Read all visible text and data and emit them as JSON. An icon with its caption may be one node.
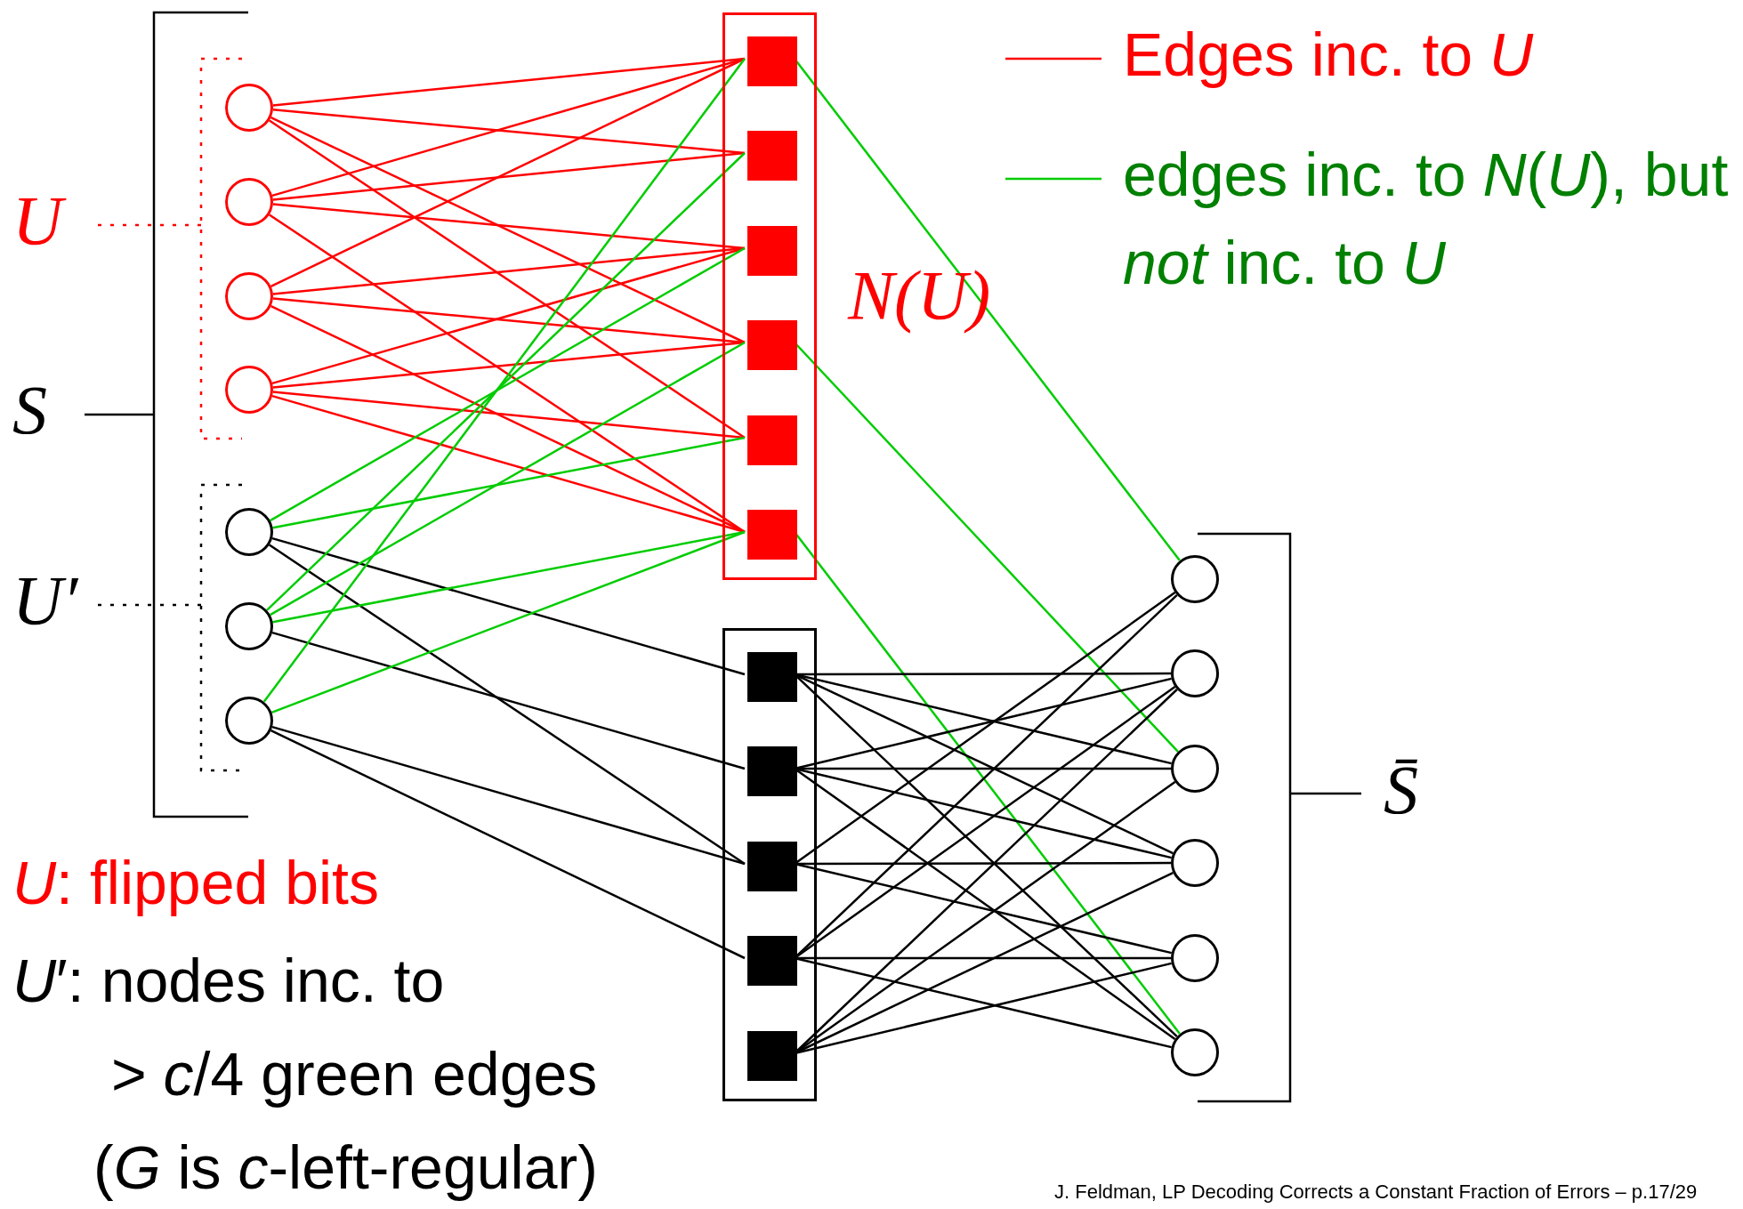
{
  "diagram": {
    "nodes": [
      {
        "text": [],
        "shape": "circle"
      },
      {
        "text": [],
        "shape": "circle"
      },
      {
        "text": [],
        "shape": "circle"
      },
      {
        "text": [],
        "shape": "circle"
      },
      {
        "text": [],
        "shape": "circle"
      },
      {
        "text": [],
        "shape": "circle"
      },
      {
        "text": [],
        "shape": "circle"
      },
      {
        "text": [],
        "shape": "box",
        "beside": [
          "N(U)"
        ]
      },
      {
        "text": [],
        "shape": "box",
        "in": 7
      },
      {
        "text": [],
        "shape": "box",
        "in": 7
      },
      {
        "text": [],
        "shape": "box",
        "in": 7
      },
      {
        "text": [],
        "shape": "box",
        "in": 7
      },
      {
        "text": [],
        "shape": "box",
        "in": 7
      },
      {
        "text": [],
        "shape": "box",
        "in": 7
      },
      {
        "text": [],
        "shape": "box"
      },
      {
        "text": [],
        "shape": "box",
        "in": 14
      },
      {
        "text": [],
        "shape": "box",
        "in": 14
      },
      {
        "text": [],
        "shape": "box",
        "in": 14
      },
      {
        "text": [],
        "shape": "box",
        "in": 14
      },
      {
        "text": [],
        "shape": "box",
        "in": 14
      },
      {
        "text": [],
        "shape": "circle"
      },
      {
        "text": [],
        "shape": "circle"
      },
      {
        "text": [],
        "shape": "circle"
      },
      {
        "text": [],
        "shape": "circle"
      },
      {
        "text": [],
        "shape": "circle"
      },
      {
        "text": [],
        "shape": "circle"
      }
    ],
    "edges": [
      {
        "from": 0,
        "to": 8,
        "arrow": "none",
        "color": "#ff0000"
      },
      {
        "from": 0,
        "to": 9,
        "arrow": "none",
        "color": "#ff0000"
      },
      {
        "from": 0,
        "to": 11,
        "arrow": "none",
        "color": "#ff0000"
      },
      {
        "from": 0,
        "to": 12,
        "arrow": "none",
        "color": "#ff0000"
      },
      {
        "from": 1,
        "to": 8,
        "arrow": "none",
        "color": "#ff0000"
      },
      {
        "from": 1,
        "to": 9,
        "arrow": "none",
        "color": "#ff0000"
      },
      {
        "from": 1,
        "to": 10,
        "arrow": "none",
        "color": "#ff0000"
      },
      {
        "from": 1,
        "to": 13,
        "arrow": "none",
        "color": "#ff0000"
      },
      {
        "from": 2,
        "to": 8,
        "arrow": "none",
        "color": "#ff0000"
      },
      {
        "from": 2,
        "to": 10,
        "arrow": "none",
        "color": "#ff0000"
      },
      {
        "from": 2,
        "to": 11,
        "arrow": "none",
        "color": "#ff0000"
      },
      {
        "from": 2,
        "to": 13,
        "arrow": "none",
        "color": "#ff0000"
      },
      {
        "from": 3,
        "to": 10,
        "arrow": "none",
        "color": "#ff0000"
      },
      {
        "from": 3,
        "to": 11,
        "arrow": "none",
        "color": "#ff0000"
      },
      {
        "from": 3,
        "to": 12,
        "arrow": "none",
        "color": "#ff0000"
      },
      {
        "from": 3,
        "to": 13,
        "arrow": "none",
        "color": "#ff0000"
      },
      {
        "from": 4,
        "to": 10,
        "arrow": "none",
        "color": "#00cc00"
      },
      {
        "from": 4,
        "to": 12,
        "arrow": "none",
        "color": "#00cc00"
      },
      {
        "from": 4,
        "to": 15,
        "arrow": "none"
      },
      {
        "from": 4,
        "to": 17,
        "arrow": "none"
      },
      {
        "from": 5,
        "to": 9,
        "arrow": "none",
        "color": "#00cc00"
      },
      {
        "from": 5,
        "to": 11,
        "arrow": "none",
        "color": "#00cc00"
      },
      {
        "from": 5,
        "to": 13,
        "arrow": "none",
        "color": "#00cc00"
      },
      {
        "from": 5,
        "to": 16,
        "arrow": "none"
      },
      {
        "from": 6,
        "to": 8,
        "arrow": "none",
        "color": "#00cc00"
      },
      {
        "from": 6,
        "to": 13,
        "arrow": "none",
        "color": "#00cc00"
      },
      {
        "from": 6,
        "to": 17,
        "arrow": "none"
      },
      {
        "from": 6,
        "to": 18,
        "arrow": "none"
      },
      {
        "from": 8,
        "to": 20,
        "arrow": "none",
        "color": "#00cc00"
      },
      {
        "from": 11,
        "to": 22,
        "arrow": "none",
        "color": "#00cc00"
      },
      {
        "from": 13,
        "to": 25,
        "arrow": "none",
        "color": "#00cc00"
      },
      {
        "from": 15,
        "to": 21,
        "arrow": "none"
      },
      {
        "from": 15,
        "to": 22,
        "arrow": "none"
      },
      {
        "from": 15,
        "to": 23,
        "arrow": "none"
      },
      {
        "from": 15,
        "to": 25,
        "arrow": "none"
      },
      {
        "from": 16,
        "to": 21,
        "arrow": "none"
      },
      {
        "from": 16,
        "to": 22,
        "arrow": "none"
      },
      {
        "from": 16,
        "to": 23,
        "arrow": "none"
      },
      {
        "from": 16,
        "to": 25,
        "arrow": "none"
      },
      {
        "from": 17,
        "to": 20,
        "arrow": "none"
      },
      {
        "from": 17,
        "to": 23,
        "arrow": "none"
      },
      {
        "from": 17,
        "to": 24,
        "arrow": "none"
      },
      {
        "from": 18,
        "to": 20,
        "arrow": "none"
      },
      {
        "from": 18,
        "to": 21,
        "arrow": "none"
      },
      {
        "from": 18,
        "to": 24,
        "arrow": "none"
      },
      {
        "from": 18,
        "to": 25,
        "arrow": "none"
      },
      {
        "from": 19,
        "to": 21,
        "arrow": "none"
      },
      {
        "from": 19,
        "to": 22,
        "arrow": "none"
      },
      {
        "from": 19,
        "to": 23,
        "arrow": "none"
      },
      {
        "from": 19,
        "to": 24,
        "arrow": "none"
      }
    ],
    "labels": [
      "U",
      "S",
      "U′",
      "S̄",
      "*U*: flipped bits",
      "*U*′: nodes inc. to",
      "> *c*/4 green edges",
      "(*G* is *c*-left-regular)",
      "J. Feldman, LP Decoding Corrects a Constant Fraction of Errors – p.17/29"
    ],
    "legend": [
      {
        "text": "Edges inc. to *U*"
      },
      {
        "text": "edges inc. to *N*(*U*), but *not* inc. to *U*"
      }
    ]
  }
}
